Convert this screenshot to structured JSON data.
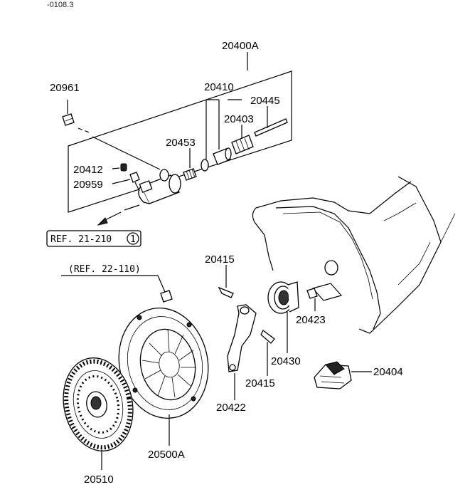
{
  "page_code": "-0108.3",
  "assembly_label": "20400A",
  "references": {
    "ref_21_210": "REF. 21-210",
    "ref_21_210_circle": "1",
    "ref_22_110": "(REF. 22-110)"
  },
  "parts": {
    "p20961": "20961",
    "p20410": "20410",
    "p20445": "20445",
    "p20403": "20403",
    "p20453": "20453",
    "p20412": "20412",
    "p20959": "20959",
    "p20415_top": "20415",
    "p20423": "20423",
    "p20430": "20430",
    "p20404": "20404",
    "p20415_bottom": "20415",
    "p20422": "20422",
    "p20500A": "20500A",
    "p20510": "20510"
  }
}
